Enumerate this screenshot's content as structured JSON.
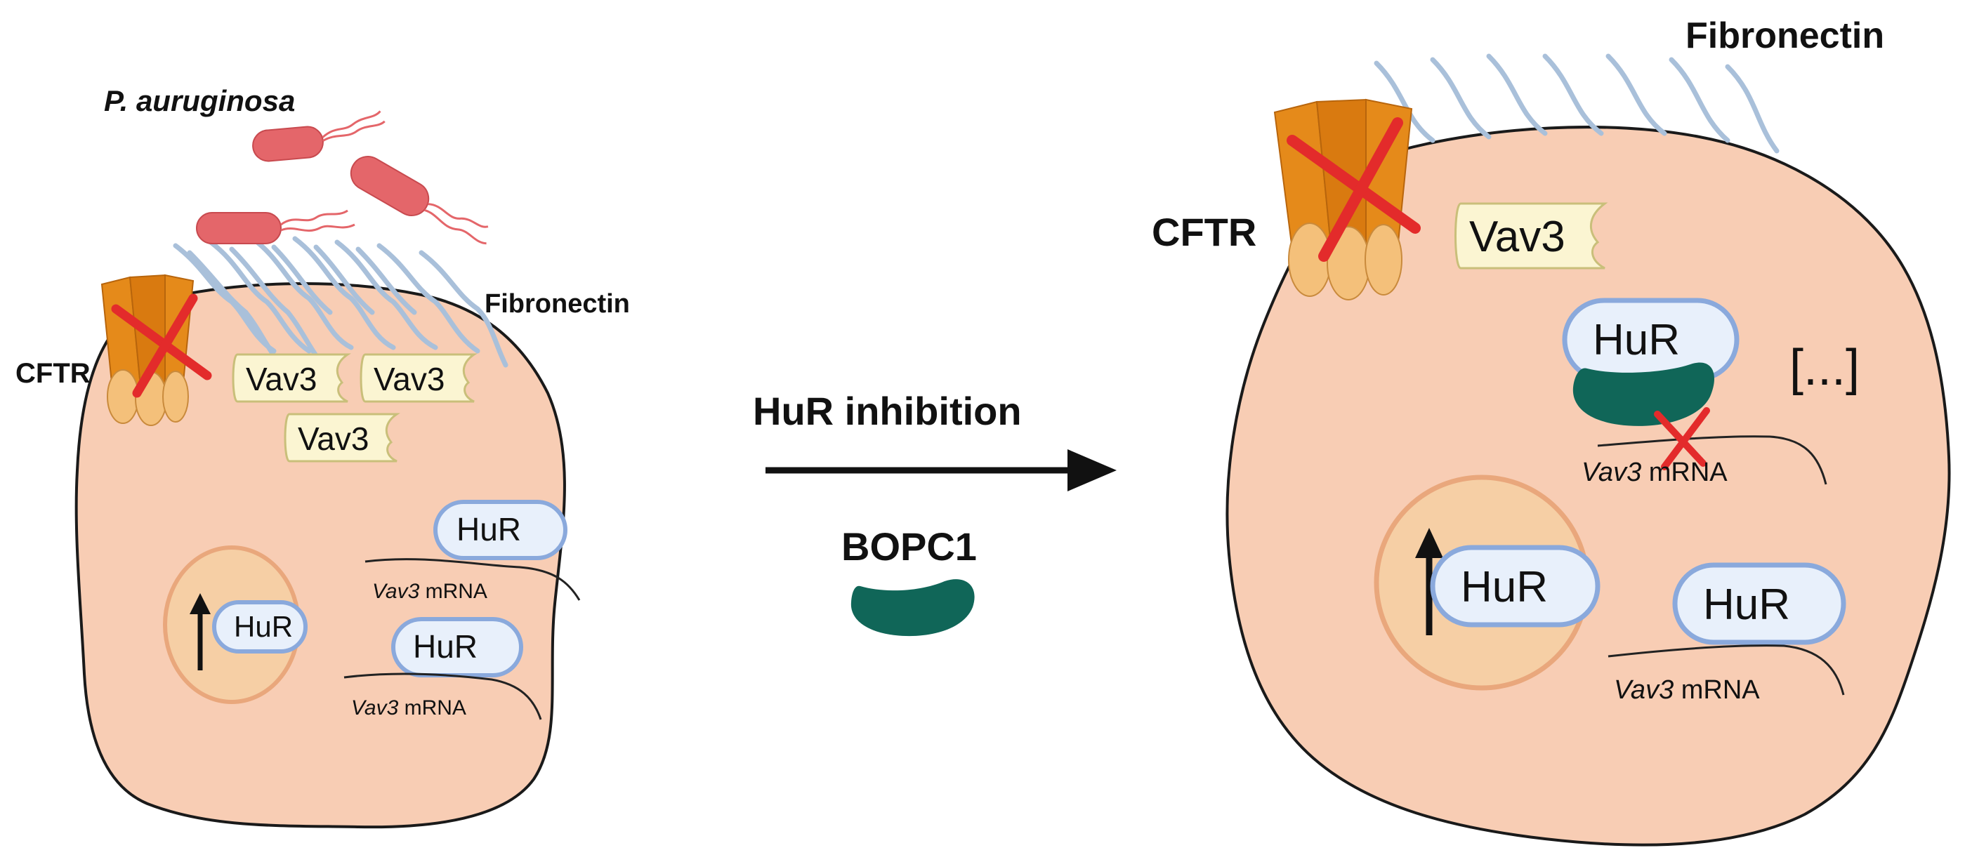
{
  "left_panel": {
    "bacteria_label": "P. auruginosa",
    "fibronectin_label": "Fibronectin",
    "cftr_label": "CFTR",
    "vav3_labels": [
      "Vav3",
      "Vav3",
      "Vav3"
    ],
    "hur_nucleus_label": "HuR",
    "hur_labels": [
      "HuR",
      "HuR"
    ],
    "mrna_gene": "Vav3",
    "mrna_suffix": " mRNA"
  },
  "center": {
    "inhibition_label": "HuR inhibition",
    "drug_label": "BOPC1"
  },
  "right_panel": {
    "fibronectin_label": "Fibronectin",
    "cftr_label": "CFTR",
    "vav3_label": "Vav3",
    "hur_bound_label": "HuR",
    "ellipsis_label": "[...]",
    "hur_nucleus_label": "HuR",
    "hur_cyto_label": "HuR",
    "mrna_gene": "Vav3",
    "mrna_suffix": " mRNA"
  },
  "colors": {
    "cell_fill": "#f8cdb4",
    "cell_stroke": "#1a1a1a",
    "nucleus_fill": "#f6cfa5",
    "nucleus_stroke": "#e9a77c",
    "hur_fill": "#e8f0fb",
    "hur_stroke": "#8aa9dc",
    "vav3_fill": "#fbf5d2",
    "vav3_stroke": "#c9bf7a",
    "bacteria_fill": "#e4666a",
    "fibronectin": "#a9c0da",
    "cftr_orange": "#e58a1a",
    "cftr_light": "#f4c07a",
    "cross_red": "#e32b2b",
    "bopc1_fill": "#106658",
    "arrow": "#111111"
  }
}
